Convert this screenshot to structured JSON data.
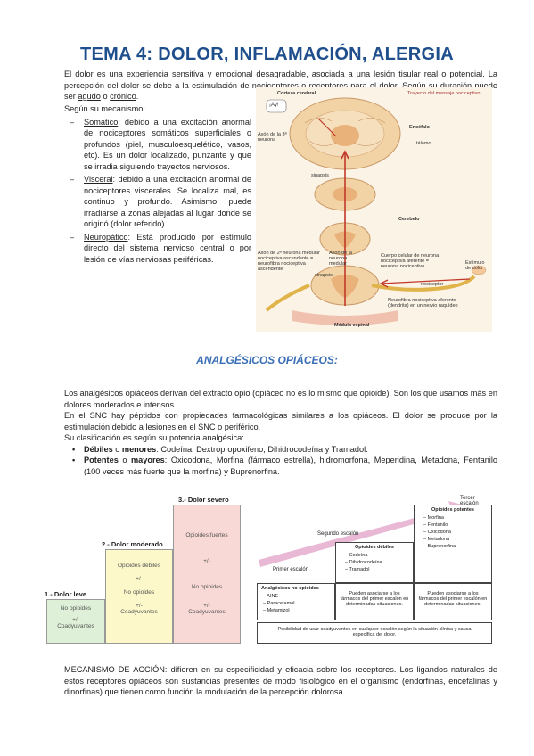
{
  "title": "TEMA 4: DOLOR, INFLAMACIÓN, ALERGIA",
  "intro": {
    "p1": "El dolor es una experiencia sensitiva y emocional desagradable, asociada a una lesión tisular real o potencial. La percepción del dolor se debe a la estimulación de nociceptores o receptores para el dolor. Según su duración puede ser ",
    "agudo": "agudo",
    "o": " o ",
    "cronico": "crónico",
    "end": ".",
    "mech_intro": "Según su mecanismo:"
  },
  "mechanisms": [
    {
      "term": "Somático",
      "text": ": debido a una excitación anormal de nociceptores somáticos superficiales o profundos (piel, musculoesquelético, vasos, etc). Es un dolor localizado, punzante y que se irradia siguiendo trayectos nerviosos."
    },
    {
      "term": "Visceral",
      "text": ": debido a una excitación anormal de nociceptores viscerales. Se localiza mal, es continuo y profundo. Asimismo, puede irradiarse a zonas alejadas al lugar donde se originó (dolor referido)."
    },
    {
      "term": "Neuropático",
      "text": ": Está producido por estímulo directo del sistema nervioso central o por lesión de vías nerviosas periféricas."
    }
  ],
  "anatomy_figure": {
    "labels": {
      "cortex": "Corteza cerebral",
      "ay": "¡Ay!",
      "tracto": "Trayecto del mensaje nociceptivo",
      "axon3": "Axón de la 3ª neurona",
      "encefalo": "Encéfalo",
      "talamo": "tálamo",
      "sinapsis": "sinapsis",
      "cerebelo": "Cerebelo",
      "axon2": "Axón de 2ª neurona medular nociceptiva ascendente = neurofibra nociceptiva ascendente",
      "axon_neurona": "Axón de la neurona medular",
      "cuerpo": "Cuerpo celular de neurona nociceptiva aferente = neurona nociceptiva",
      "sinapsis2": "sinapsis",
      "nociceptor": "nociceptor",
      "estimulo": "Estímulo de dolor",
      "neurofibra": "Neurofibra nociceptiva aferente (dendrita) en un nervio raquídeo",
      "medula": "Médula espinal"
    }
  },
  "section2": {
    "title": "ANALGÉSICOS OPIÁCEOS:",
    "p1": "Los analgésicos opiáceos derivan del extracto opio (opiáceo no es lo mismo que opioide). Son los que usamos más en dolores moderados e intensos.",
    "p2": "En el SNC hay péptidos con propiedades farmacológicas similares a los opiáceos. El dolor se produce por la estimulación debido a lesiones en el SNC o periférico.",
    "p3": "Su clasificación es según su potencia analgésica:",
    "bullets": [
      {
        "bold": "Débiles",
        "mid": " o ",
        "bold2": "menores",
        "text": ": Codeína, Dextropropoxifeno, Dihidrocodeína y Tramadol."
      },
      {
        "bold": "Potentes",
        "mid": " o ",
        "bold2": "mayores",
        "text": ": Oxicodona, Morfina (fármaco estrella), hidromorfona, Meperidina, Metadona, Fentanilo (100 veces más fuerte que la morfina) y Buprenorfina."
      }
    ]
  },
  "stairs_chart": {
    "titles": [
      "1.- Dolor leve",
      "2.- Dolor moderado",
      "3.- Dolor severo"
    ],
    "col1": [
      "No opioides",
      "+/-",
      "Coadyuvantes"
    ],
    "col2": [
      "Opioides débiles",
      "+/-",
      "No opioides",
      "+/-",
      "Coadyuvantes"
    ],
    "col3": [
      "Opioides fuertes",
      "+/-",
      "No opioides",
      "+/-",
      "Coadyuvantes"
    ],
    "colors": {
      "col1": "#dff0d8",
      "col2": "#fcf8c9",
      "col3": "#f9d9d5"
    }
  },
  "ladder_figure": {
    "primer": "Primer escalón",
    "segundo": "Segundo escalón",
    "tercer": "Tercer escalón",
    "debiles_title": "Opioides débiles",
    "debiles": [
      "Codeína",
      "Dihidrocodeína",
      "Tramadol"
    ],
    "potentes_title": "Opioides potentes",
    "potentes": [
      "Morfina",
      "Fentanilo",
      "Oxicodona",
      "Metadona",
      "Buprenorfina"
    ],
    "no_opioides_title": "Analgésicos no opioides",
    "no_opioides": [
      "AINE",
      "Paracetamol",
      "Metamizol"
    ],
    "asociar1": "Pueden asociarse a los fármacos del primer escalón en determinadas situaciones.",
    "asociar2": "Pueden asociarse a los fármacos del primer escalón en determinadas situaciones.",
    "footer": "Posibilidad de usar coadyuvantes en cualquier escalón según la situación clínica y causa específica del dolor."
  },
  "mecanismo": "MECANISMO DE ACCIÓN: difieren en su especificidad y eficacia sobre los receptores. Los ligandos naturales de estos receptores opiáceos son sustancias presentes de modo fisiológico en el organismo (endorfinas, encefalinas y dinorfinas) que tienen como función la modulación de la percepción dolorosa."
}
